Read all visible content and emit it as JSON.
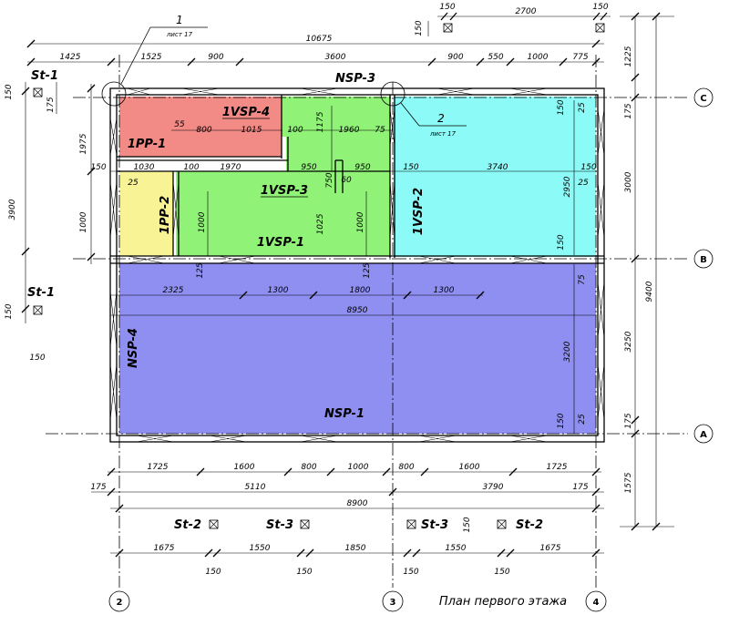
{
  "title": "План первого этажа",
  "colors": {
    "pp1": "#f28a86",
    "pp2": "#f8f394",
    "vsp": "#90f377",
    "vsp2": "#8cfaf6",
    "nsp1": "#8e8ff0"
  },
  "panels": {
    "nsp3": "NSP-3",
    "nsp4": "NSP-4",
    "nsp1": "NSP-1",
    "pp1": "1PP-1",
    "pp2": "1PP-2",
    "vsp1": "1VSP-1",
    "vsp2": "1VSP-2",
    "vsp3": "1VSP-3",
    "vsp4": "1VSP-4"
  },
  "stands": {
    "st1_top": "St-1",
    "st1_left": "St-1",
    "st2_left": "St-2",
    "st3_left": "St-3",
    "st3_right": "St-3",
    "st2_right": "St-2"
  },
  "callouts": {
    "c1_num": "1",
    "c1_sheet": "лист 17",
    "c2_num": "2",
    "c2_sheet": "лист 17"
  },
  "axes": {
    "C": "C",
    "B": "B",
    "A": "A",
    "a2": "2",
    "a3": "3",
    "a4": "4"
  },
  "dims": {
    "top_150a": "150",
    "top_2700": "2700",
    "top_150b": "150",
    "top_150v": "150",
    "top_10675": "10675",
    "t_1425": "1425",
    "t_1525": "1525",
    "t_900a": "900",
    "t_3600": "3600",
    "t_900b": "900",
    "t_550": "550",
    "t_1000": "1000",
    "t_775": "775",
    "r_1225": "1225",
    "r_175a": "175",
    "r_3000": "3000",
    "r_9400": "9400",
    "r_3250": "3250",
    "r_175b": "175",
    "r_1575": "1575",
    "l_150a": "150",
    "l_175": "175",
    "l_3900": "3900",
    "l_1975": "1975",
    "l_1000": "1000",
    "l_150b": "150",
    "l_150c": "150",
    "i_55": "55",
    "i_800": "800",
    "i_1015": "1015",
    "i_100a": "100",
    "i_1175": "1175",
    "i_1960": "1960",
    "i_75a": "75",
    "i_150a": "150",
    "i_1030": "1030",
    "i_100b": "100",
    "i_1970": "1970",
    "i_950a": "950",
    "i_950b": "950",
    "i_150b": "150",
    "i_3740": "3740",
    "i_150c": "150",
    "i_25a": "25",
    "i_750": "750",
    "i_60": "60",
    "i_1000a": "1000",
    "i_1025": "1025",
    "i_1000b": "1000",
    "i_150d": "150",
    "i_25b": "25",
    "i_2950": "2950",
    "i_25c": "25",
    "i_150e": "150",
    "i_125a": "125",
    "i_125b": "125",
    "i_75b": "75",
    "i_2325": "2325",
    "i_1300a": "1300",
    "i_1800": "1800",
    "i_1300b": "1300",
    "i_8950": "8950",
    "i_3200": "3200",
    "i_150f": "150",
    "i_25d": "25",
    "b_1725a": "1725",
    "b_1600a": "1600",
    "b_800a": "800",
    "b_1000": "1000",
    "b_800b": "800",
    "b_1600b": "1600",
    "b_1725b": "1725",
    "b_175a": "175",
    "b_5110": "5110",
    "b_3790": "3790",
    "b_175b": "175",
    "b_8900": "8900",
    "b_150v": "150",
    "b_1675a": "1675",
    "b_1550a": "1550",
    "b_1850": "1850",
    "b_1550b": "1550",
    "b_1675b": "1675",
    "b_150a": "150",
    "b_150b": "150",
    "b_150c": "150",
    "b_150d": "150"
  }
}
